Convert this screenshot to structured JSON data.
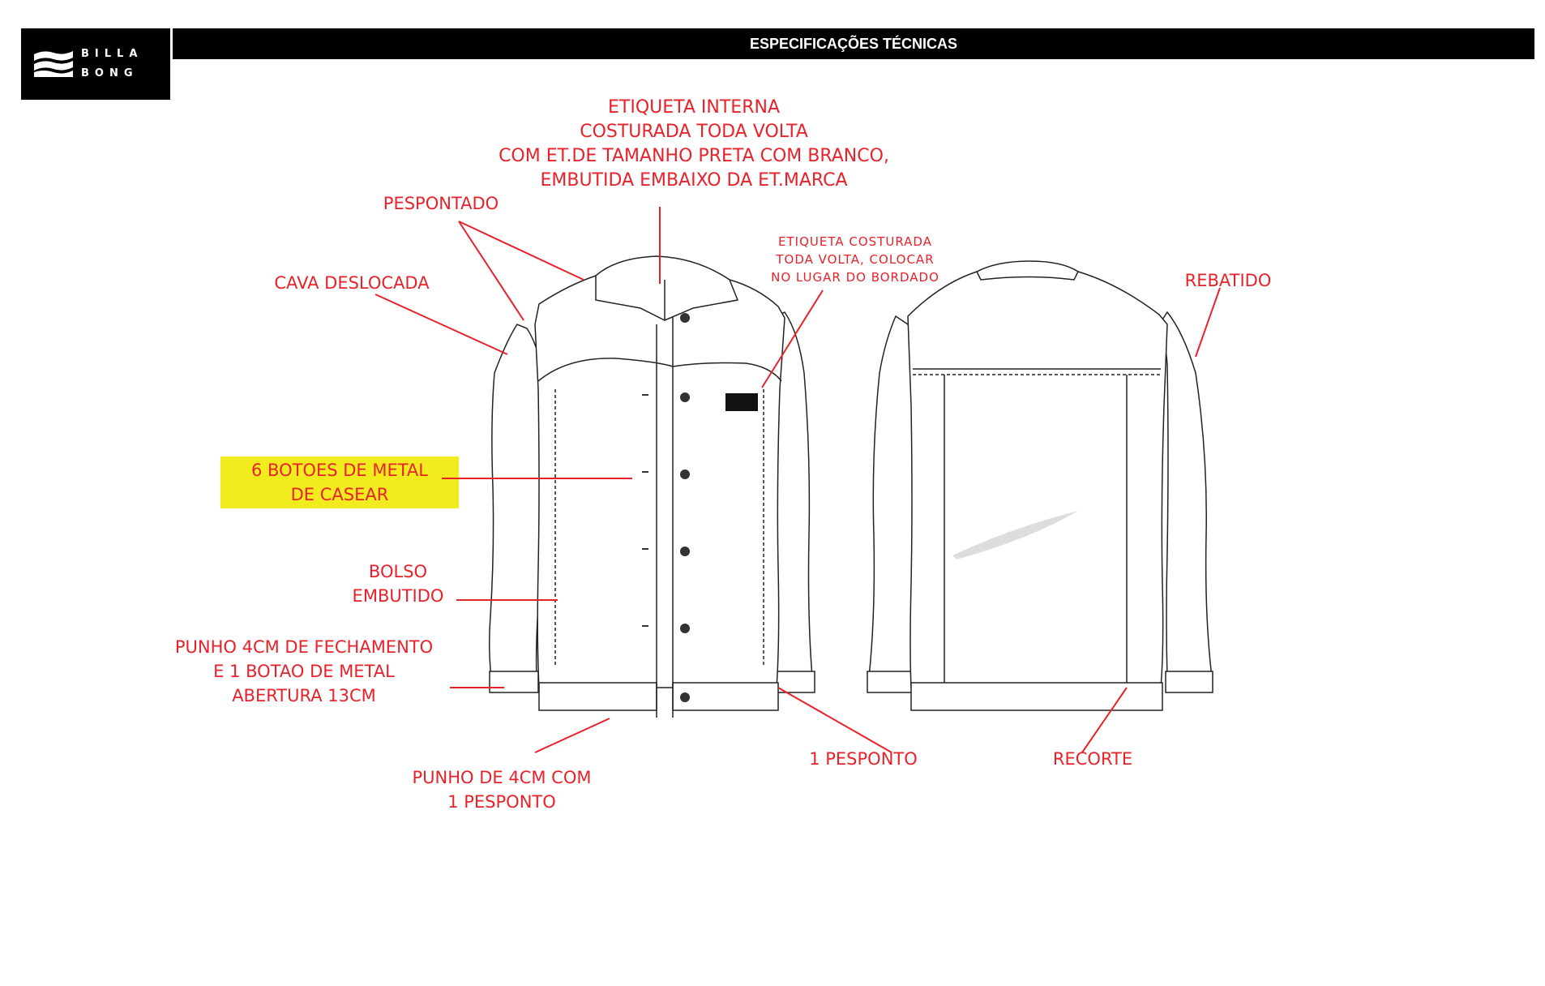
{
  "brand": {
    "line1": "BILLA",
    "line2": "BONG"
  },
  "header": {
    "title": "ESPECIFICAÇÕES TÉCNICAS"
  },
  "colors": {
    "annotation": "#e8222a",
    "highlight": "#f2ec1f",
    "ink": "#000000"
  },
  "annotations": {
    "etiqueta_interna": [
      "ETIQUETA INTERNA",
      "COSTURADA TODA VOLTA",
      "COM ET.DE TAMANHO PRETA COM BRANCO,",
      "EMBUTIDA EMBAIXO DA ET.MARCA"
    ],
    "pespontado": [
      "PESPONTADO"
    ],
    "cava_deslocada": [
      "CAVA DESLOCADA"
    ],
    "etiqueta_costurada": [
      "ETIQUETA COSTURADA",
      "TODA VOLTA, COLOCAR",
      "NO LUGAR DO BORDADO"
    ],
    "rebatido": [
      "REBATIDO"
    ],
    "botoes": [
      "6 BOTOES DE METAL",
      "DE CASEAR"
    ],
    "bolso": [
      "BOLSO",
      "EMBUTIDO"
    ],
    "punho_fechamento": [
      "PUNHO 4CM DE FECHAMENTO",
      "E 1 BOTAO DE METAL",
      "ABERTURA 13CM"
    ],
    "punho_pesponto": [
      "PUNHO DE 4CM COM",
      "1 PESPONTO"
    ],
    "um_pesponto": [
      "1 PESPONTO"
    ],
    "recorte": [
      "RECORTE"
    ]
  }
}
